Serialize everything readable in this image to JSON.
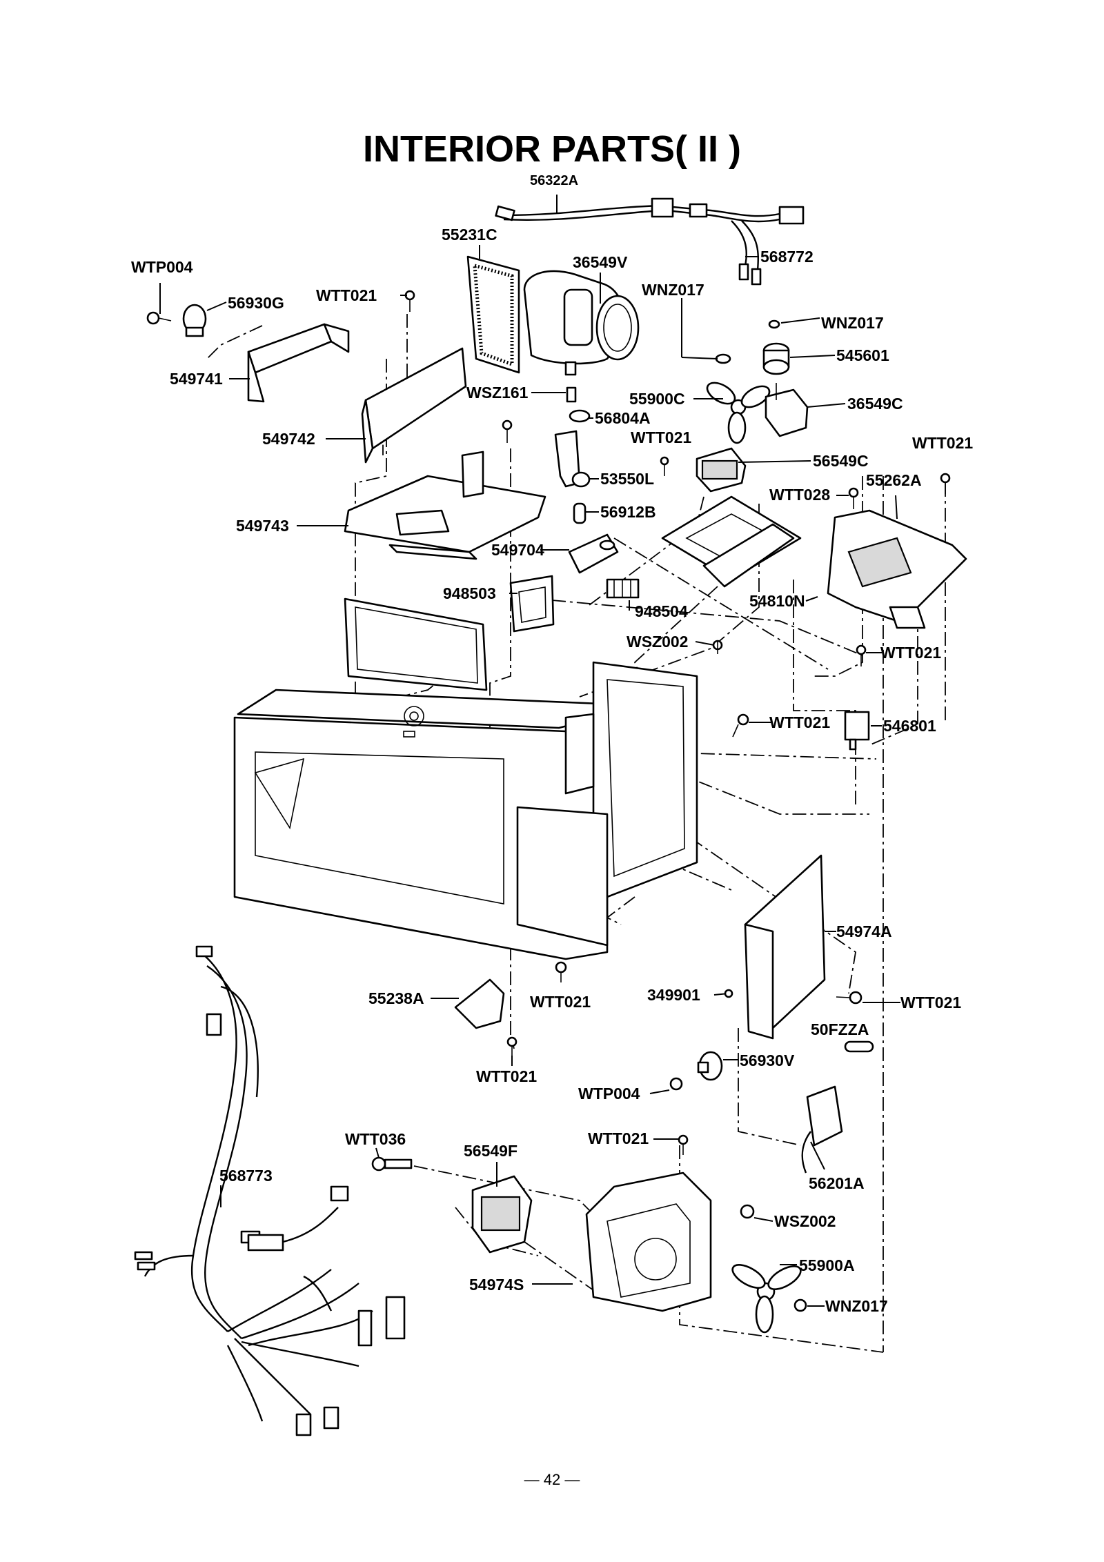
{
  "title": "INTERIOR PARTS( II )",
  "page_number": "— 42 —",
  "part_labels": {
    "p56322A": "56322A",
    "p55231C": "55231C",
    "p36549V": "36549V",
    "p568772": "568772",
    "pWTP004a": "WTP004",
    "p56930G": "56930G",
    "pWTT021a": "WTT021",
    "pWNZ017a": "WNZ017",
    "pWNZ017b": "WNZ017",
    "p545601": "545601",
    "p549741": "549741",
    "pWSZ161": "WSZ161",
    "p55900C": "55900C",
    "p36549C": "36549C",
    "p56804A": "56804A",
    "p549742": "549742",
    "pWTT021b": "WTT021",
    "pWTT021c": "WTT021",
    "p56549C": "56549C",
    "p53550L": "53550L",
    "pWTT028": "WTT028",
    "p55262A": "55262A",
    "p56912B": "56912B",
    "p549743": "549743",
    "p549704": "549704",
    "p948503": "948503",
    "p948504": "948504",
    "p54810N": "54810N",
    "pWSZ002a": "WSZ002",
    "pWTT021d": "WTT021",
    "pWTT021e": "WTT021",
    "p546801": "546801",
    "p54974A": "54974A",
    "p55238A": "55238A",
    "pWTT021f": "WTT021",
    "p349901": "349901",
    "pWTT021g": "WTT021",
    "p50FZZA": "50FZZA",
    "pWTT021h": "WTT021",
    "p56930V": "56930V",
    "pWTP004b": "WTP004",
    "pWTT036": "WTT036",
    "p56549F": "56549F",
    "pWTT021i": "WTT021",
    "p568773": "568773",
    "p56201A": "56201A",
    "pWSZ002b": "WSZ002",
    "p55900A": "55900A",
    "p54974S": "54974S",
    "pWNZ017c": "WNZ017"
  }
}
